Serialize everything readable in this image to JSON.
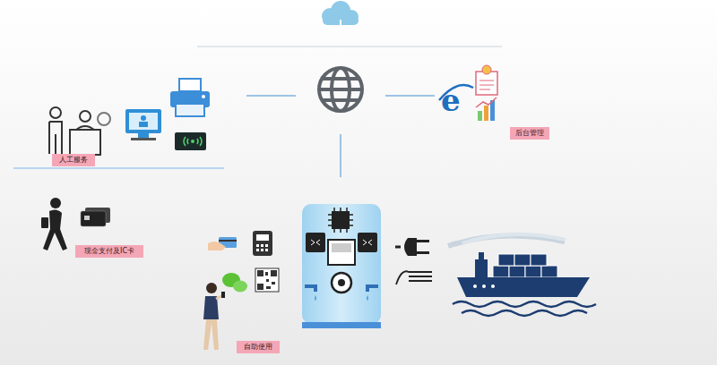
{
  "diagram": {
    "nodes": [
      {
        "text": [
          "人工服务"
        ]
      },
      {
        "text": [
          "后台管理"
        ]
      },
      {
        "text": [
          "现金支付及IC卡"
        ]
      },
      {
        "text": [
          "自助使用"
        ]
      }
    ]
  }
}
